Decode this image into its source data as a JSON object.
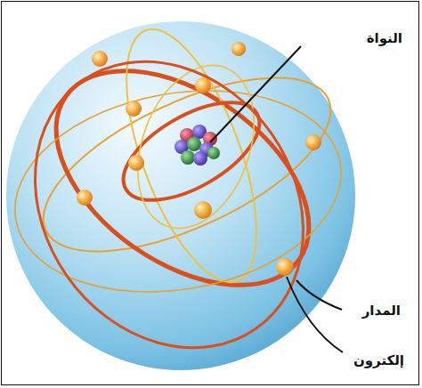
{
  "diagram": {
    "labels": [
      "النواة",
      "المدار",
      "إلكترون"
    ]
  }
}
